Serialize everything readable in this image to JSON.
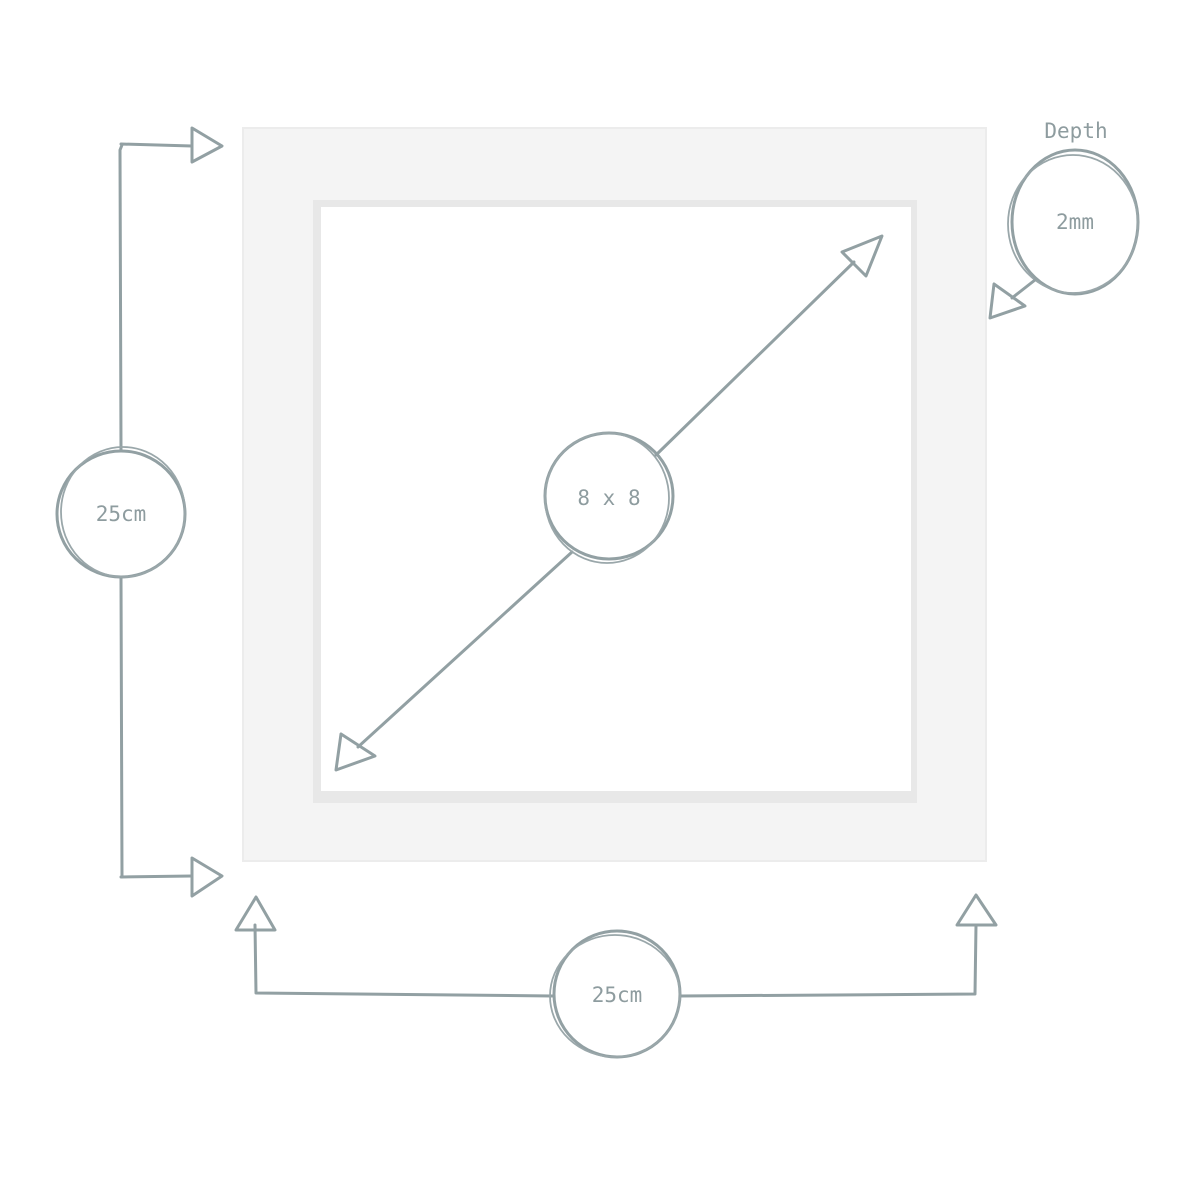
{
  "colors": {
    "line": "#92a0a3",
    "label": "#8e9c9f",
    "mount_face": "#f4f4f4",
    "mount_bevel": "#e6e6e6",
    "opening": "#ffffff"
  },
  "icons": {
    "arrowhead": "open-triangle-arrowhead",
    "label_ring": "hand-drawn-circle"
  },
  "labels": {
    "height": "25cm",
    "width": "25cm",
    "aperture": "8 x 8",
    "depth_title": "Depth",
    "depth_value": "2mm"
  }
}
